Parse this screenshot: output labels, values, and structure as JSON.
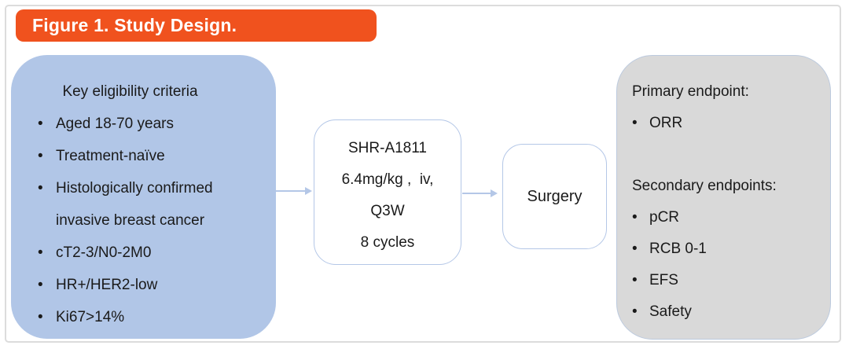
{
  "figure": {
    "title": "Figure 1. Study Design."
  },
  "eligibility": {
    "heading": "Key eligibility criteria",
    "items": [
      "Aged 18-70 years",
      "Treatment-naïve",
      "Histologically confirmed invasive breast cancer",
      "cT2-3/N0-2M0",
      "HR+/HER2-low",
      "Ki67>14%"
    ]
  },
  "treatment": {
    "lines": [
      "SHR-A1811",
      "6.4mg/kg ,  iv,",
      "Q3W",
      "8 cycles"
    ]
  },
  "surgery": {
    "label": "Surgery"
  },
  "endpoints": {
    "primary_heading": "Primary endpoint:",
    "primary_items": [
      "ORR"
    ],
    "secondary_heading": "Secondary endpoints:",
    "secondary_items": [
      "pCR",
      "RCB 0-1",
      "EFS",
      "Safety"
    ]
  },
  "colors": {
    "banner_orange": "#F0521E",
    "eligibility_blue": "#B1C6E7",
    "endpoints_gray": "#D9D9D9",
    "outline_blue": "#B4C7E7",
    "frame_gray": "#DCDCDC",
    "text_dark": "#1A1A1A",
    "banner_text": "#FFFFFF"
  }
}
